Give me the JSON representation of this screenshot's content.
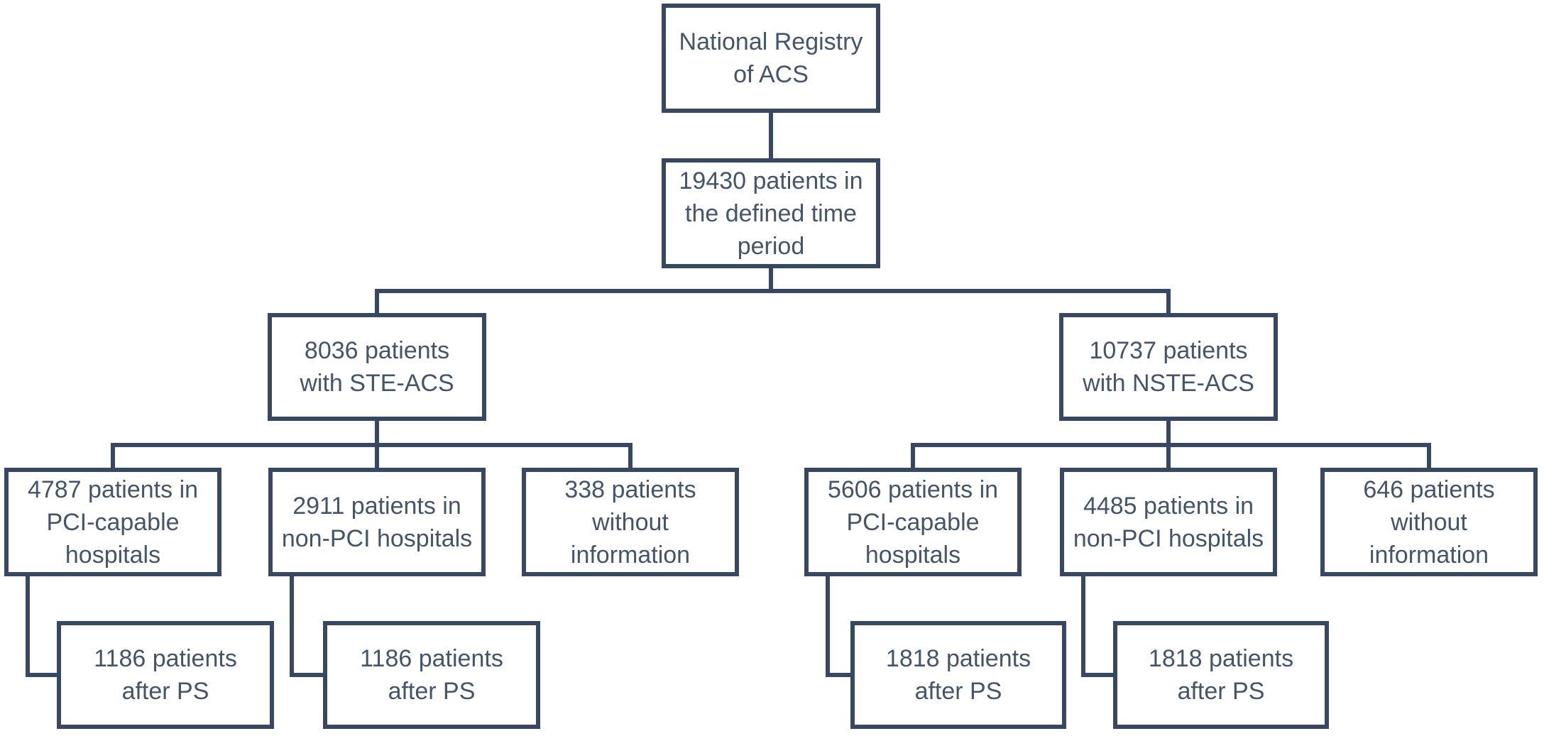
{
  "diagram": {
    "type": "flowchart",
    "background_color": "#ffffff",
    "line_color": "#384863",
    "text_color": "#44546a",
    "nodes": {
      "registry": {
        "label": "National Registry\nof ACS"
      },
      "period": {
        "label": "19430 patients in\nthe defined time\nperiod"
      },
      "ste_acs": {
        "label": "8036 patients\nwith STE-ACS"
      },
      "nste_acs": {
        "label": "10737 patients\nwith NSTE-ACS"
      },
      "ste_pci": {
        "label": "4787 patients in\nPCI-capable\nhospitals"
      },
      "ste_nonpci": {
        "label": "2911 patients in\nnon-PCI hospitals"
      },
      "ste_noinfo": {
        "label": "338 patients\nwithout\ninformation"
      },
      "nste_pci": {
        "label": "5606 patients in\nPCI-capable\nhospitals"
      },
      "nste_nonpci": {
        "label": "4485 patients in\nnon-PCI hospitals"
      },
      "nste_noinfo": {
        "label": "646 patients\nwithout\ninformation"
      },
      "ste_pci_ps": {
        "label": "1186 patients\nafter PS"
      },
      "ste_nonpci_ps": {
        "label": "1186 patients\nafter PS"
      },
      "nste_pci_ps": {
        "label": "1818 patients\nafter PS"
      },
      "nste_nonpci_ps": {
        "label": "1818 patients\nafter PS"
      }
    },
    "edges": [
      [
        "registry",
        "period"
      ],
      [
        "period",
        "ste_acs"
      ],
      [
        "period",
        "nste_acs"
      ],
      [
        "ste_acs",
        "ste_pci"
      ],
      [
        "ste_acs",
        "ste_nonpci"
      ],
      [
        "ste_acs",
        "ste_noinfo"
      ],
      [
        "nste_acs",
        "nste_pci"
      ],
      [
        "nste_acs",
        "nste_nonpci"
      ],
      [
        "nste_acs",
        "nste_noinfo"
      ],
      [
        "ste_pci",
        "ste_pci_ps"
      ],
      [
        "ste_nonpci",
        "ste_nonpci_ps"
      ],
      [
        "nste_pci",
        "nste_pci_ps"
      ],
      [
        "nste_nonpci",
        "nste_nonpci_ps"
      ]
    ]
  }
}
